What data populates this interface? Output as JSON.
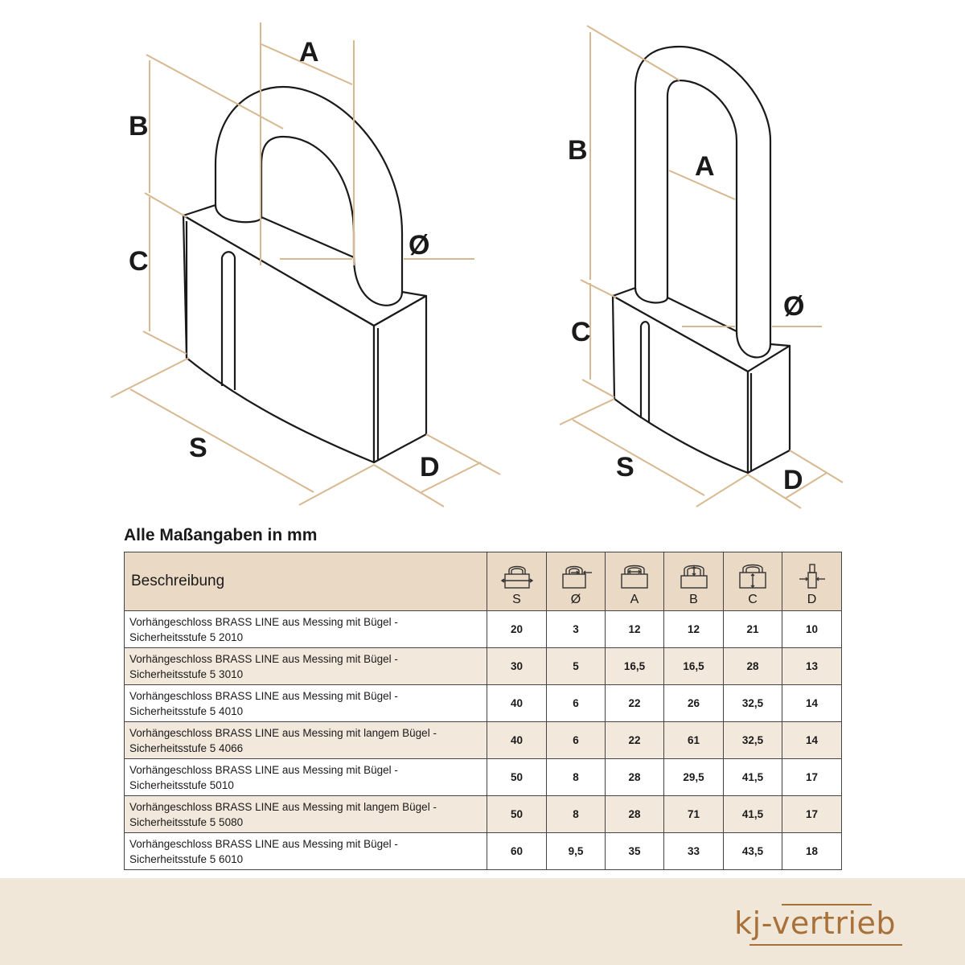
{
  "drawing": {
    "left": {
      "labels": {
        "a": "A",
        "b": "B",
        "c": "C",
        "dia": "Ø",
        "s": "S",
        "d": "D"
      }
    },
    "right": {
      "labels": {
        "a": "A",
        "b": "B",
        "c": "C",
        "dia": "Ø",
        "s": "S",
        "d": "D"
      }
    },
    "line_color": "#1a1a1a",
    "dimension_color": "#d7b88f"
  },
  "units_note": "Alle Maßangaben in mm",
  "table": {
    "header": {
      "description": "Beschreibung",
      "columns": [
        {
          "key": "S",
          "label": "S",
          "icon": "shackle-width-icon"
        },
        {
          "key": "dia",
          "label": "Ø",
          "icon": "shackle-diameter-icon"
        },
        {
          "key": "A",
          "label": "A",
          "icon": "shackle-inner-width-icon"
        },
        {
          "key": "B",
          "label": "B",
          "icon": "shackle-height-icon"
        },
        {
          "key": "C",
          "label": "C",
          "icon": "body-height-icon"
        },
        {
          "key": "D",
          "label": "D",
          "icon": "body-depth-icon"
        }
      ]
    },
    "rows": [
      {
        "line1": "Vorhängeschloss BRASS LINE aus Messing mit Bügel -",
        "line2": "Sicherheitsstufe 5 2010",
        "S": "20",
        "dia": "3",
        "A": "12",
        "B": "12",
        "C": "21",
        "D": "10"
      },
      {
        "line1": "Vorhängeschloss BRASS LINE aus Messing mit Bügel -",
        "line2": "Sicherheitsstufe 5 3010",
        "S": "30",
        "dia": "5",
        "A": "16,5",
        "B": "16,5",
        "C": "28",
        "D": "13"
      },
      {
        "line1": "Vorhängeschloss BRASS LINE aus Messing mit Bügel -",
        "line2": "Sicherheitsstufe 5 4010",
        "S": "40",
        "dia": "6",
        "A": "22",
        "B": "26",
        "C": "32,5",
        "D": "14"
      },
      {
        "line1": "Vorhängeschloss BRASS LINE aus Messing mit langem Bügel -",
        "line2": "Sicherheitsstufe 5 4066",
        "S": "40",
        "dia": "6",
        "A": "22",
        "B": "61",
        "C": "32,5",
        "D": "14"
      },
      {
        "line1": "Vorhängeschloss BRASS LINE aus Messing mit Bügel -",
        "line2": "Sicherheitsstufe 5010",
        "S": "50",
        "dia": "8",
        "A": "28",
        "B": "29,5",
        "C": "41,5",
        "D": "17"
      },
      {
        "line1": "Vorhängeschloss BRASS LINE aus Messing mit langem Bügel -",
        "line2": "Sicherheitsstufe 5 5080",
        "S": "50",
        "dia": "8",
        "A": "28",
        "B": "71",
        "C": "41,5",
        "D": "17"
      },
      {
        "line1": "Vorhängeschloss BRASS LINE aus Messing mit Bügel -",
        "line2": "Sicherheitsstufe 5 6010",
        "S": "60",
        "dia": "9,5",
        "A": "35",
        "B": "33",
        "C": "43,5",
        "D": "18"
      }
    ],
    "header_bg": "#ead9c5",
    "alt_row_bg": "#f3e8dc"
  },
  "footer": {
    "brand": "kj-vertrieb",
    "brand_color": "#a8713a",
    "band_color": "#f0e7d9"
  }
}
